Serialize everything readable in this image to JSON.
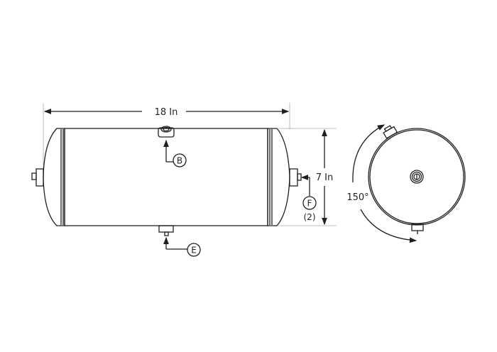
{
  "dimensions": {
    "length": "18 In",
    "diameter": "7 In",
    "angle": "150°"
  },
  "callouts": {
    "b": "B",
    "e": "E",
    "f": "F",
    "f_qty": "(2)"
  }
}
